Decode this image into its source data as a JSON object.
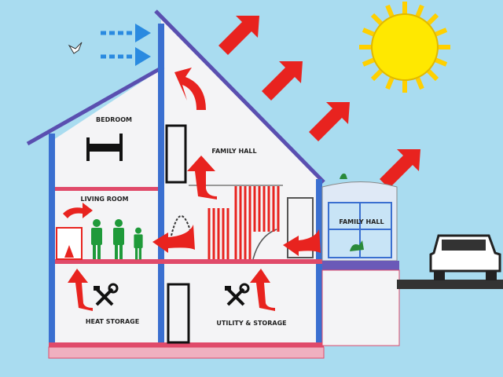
{
  "rooms": {
    "bedroom": "BEDROOM",
    "family_hall_upper": "FAMILY HALL",
    "living_room": "LIVING ROOM",
    "family_hall_sunroom": "FAMILY HALL",
    "heat_storage": "HEAT STORAGE",
    "utility_storage": "UTILITY & STORAGE"
  },
  "colors": {
    "sky": "#a9dcf0",
    "sun": "#ffe800",
    "arrow": "#e8231f",
    "wall": "#3a6fd0",
    "floor": "#e04a6a",
    "people": "#1f9a3a"
  }
}
